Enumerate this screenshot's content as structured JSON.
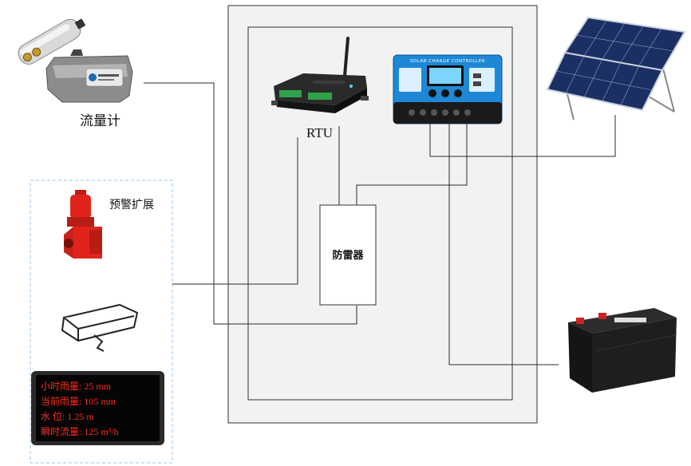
{
  "labels": {
    "flowmeter": "流量计",
    "rtu": "RTU",
    "warning_ext": "预警扩展",
    "surge_protector": "防雷器"
  },
  "solar_controller": {
    "banner": "SOLAR CHARGE CONTROLLER"
  },
  "led_display": {
    "lines": [
      "小时雨量: 25    mm",
      "当前雨量: 105   mm",
      "水    位: 1.25  m",
      "瞬时流量: 125   m³/h"
    ]
  },
  "colors": {
    "cabinet_fill": "#f2f2f2",
    "wire": "#2b2b2b",
    "dashed_border": "#9cc3e6",
    "controller_blue": "#1e88d6",
    "led_red": "#ff2a1a",
    "alarm_red": "#e0241b"
  }
}
